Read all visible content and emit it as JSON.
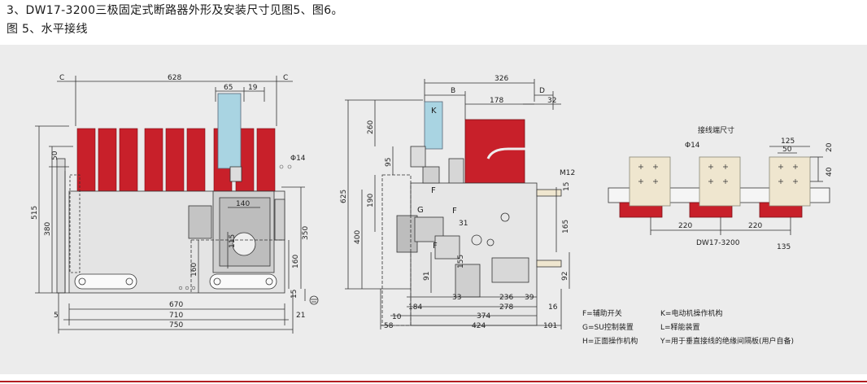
{
  "heading_line1": "3、DW17-3200三极固定式断路器外形及安装尺寸见图5、图6。",
  "heading_line2": "图  5、水平接线",
  "colors": {
    "breaker_red": "#c8202a",
    "motor_blue": "#a9d4e2",
    "terminal_cream": "#efe6cf",
    "panel_bg": "#ececec",
    "accent_line": "#b21e22"
  },
  "front_view": {
    "dims": {
      "c_left": "C",
      "c_right": "C",
      "w628": "628",
      "w65": "65",
      "w19": "19",
      "h50": "50",
      "h515": "515",
      "h380": "380",
      "phi14": "Φ14",
      "w140": "140",
      "h115": "115",
      "h160a": "160",
      "h160b": "160",
      "h350": "350",
      "h15": "15",
      "w670": "670",
      "w710": "710",
      "w750": "750",
      "w5": "5",
      "w21": "21"
    }
  },
  "side_view": {
    "dims": {
      "w326": "326",
      "b": "B",
      "d": "D",
      "w178": "178",
      "w32": "32",
      "h260": "260",
      "h95": "95",
      "h190": "190",
      "h625": "625",
      "h400": "400",
      "m12": "M12",
      "h15": "15",
      "h165": "165",
      "h31": "31",
      "h155": "155",
      "h91": "91",
      "h92": "92",
      "w184": "184",
      "w33": "33",
      "w236": "236",
      "w39": "39",
      "w278": "278",
      "w16": "16",
      "w10": "10",
      "w374": "374",
      "w58": "58",
      "w424": "424",
      "w101": "101"
    },
    "labels": {
      "k": "K",
      "f_top": "F",
      "g": "G",
      "f_mid": "F",
      "f_bottom": "F"
    }
  },
  "terminal_view": {
    "title": "接线端尺寸",
    "dims": {
      "phi14": "Φ14",
      "w125": "125",
      "w50": "50",
      "h20": "20",
      "h40": "40",
      "w220a": "220",
      "w220b": "220",
      "w135": "135"
    },
    "model": "DW17-3200"
  },
  "legend": {
    "f": "F=辅助开关",
    "k": "K=电动机操作机构",
    "g": "G=SU控制装置",
    "l": "L=释能装置",
    "h": "H=正面操作机构",
    "y": "Y=用于垂直接线的绝缘间隔板(用户自备)"
  }
}
